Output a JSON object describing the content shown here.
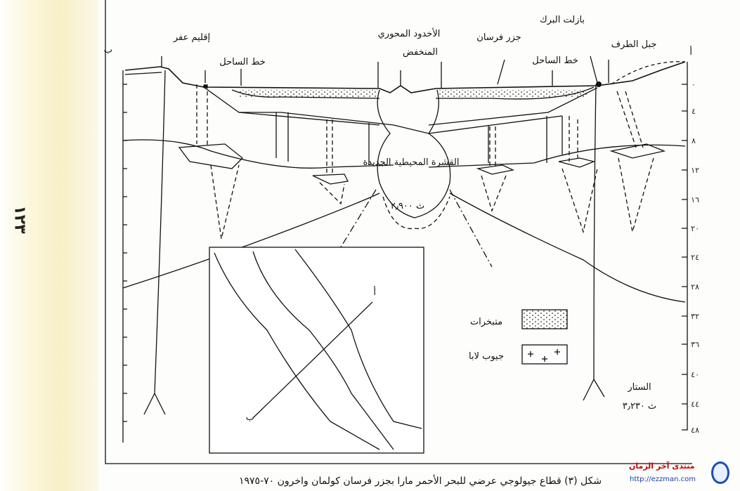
{
  "page_number": "١٢٣",
  "labels": {
    "point_b": "ب",
    "point_a": "أ",
    "iqlim_afar": "إقليم عفر",
    "coastline_left": "خط الساحل",
    "axial_trough": "الأخدود المحوري",
    "depression": "المنخفض",
    "farasan_islands": "جزر فرسان",
    "coastline_right": "خط الساحل",
    "birk_basalt": "بازلت البرك",
    "jabal_tirf": "جبل الطرف",
    "new_oceanic_crust": "القشرة المحيطية الجديدة",
    "new_crust_density": "ث ٢٫٩٠٠",
    "mantle": "الستار",
    "mantle_density": "ث ٣٫٢٣٠"
  },
  "depth_axis": [
    "٠",
    "٤",
    "٨",
    "١٢",
    "١٦",
    "٢٠",
    "٢٤",
    "٢٨",
    "٣٢",
    "٣٦",
    "٤٠",
    "٤٤",
    "٤٨"
  ],
  "depth_axis_top": "أ",
  "legend": [
    {
      "label": "متبخرات",
      "pattern": "dots"
    },
    {
      "label": "جيوب لابا",
      "pattern": "crosses"
    }
  ],
  "inset_map": {
    "label_a": "أ",
    "label_b": "ب"
  },
  "caption": "شكل (٣) قطاع جيولوجي عرضي للبحر الأحمر مارا بجزر فرسان  كولمان واخرون ٧٠-١٩٧٥",
  "watermark": {
    "name": "منتدى آخر الزمان",
    "url": "http://ezzman.com"
  }
}
